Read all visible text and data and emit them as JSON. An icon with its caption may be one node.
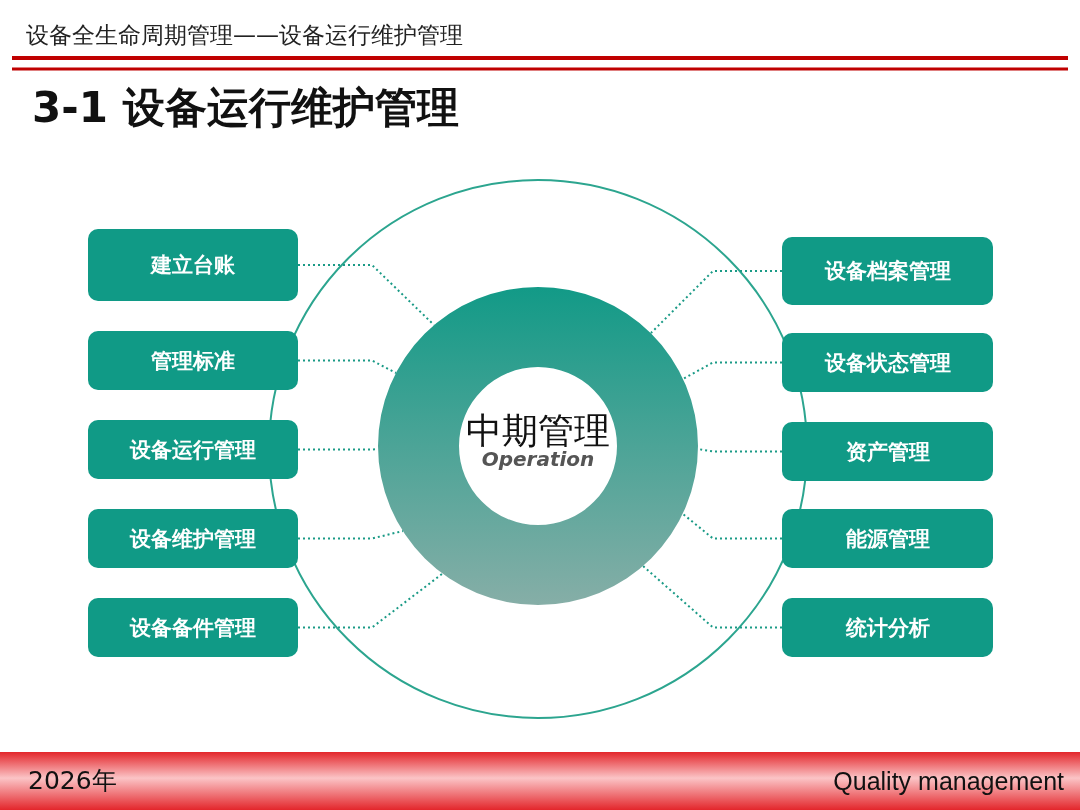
{
  "diagram": {
    "title": "3-1 设备运行维护管理",
    "nodes": [
      {
        "text": [
          "中期管理",
          "Operation"
        ]
      },
      {
        "text": [
          "建立台账"
        ]
      },
      {
        "text": [
          "管理标准"
        ]
      },
      {
        "text": [
          "设备运行管理"
        ]
      },
      {
        "text": [
          "设备维护管理"
        ]
      },
      {
        "text": [
          "设备备件管理"
        ]
      },
      {
        "text": [
          "设备档案管理"
        ]
      },
      {
        "text": [
          "设备状态管理"
        ]
      },
      {
        "text": [
          "资产管理"
        ]
      },
      {
        "text": [
          "能源管理"
        ]
      },
      {
        "text": [
          "统计分析"
        ]
      }
    ],
    "edges": [
      {
        "from": 1,
        "to": 0,
        "arrow": "none"
      },
      {
        "from": 2,
        "to": 0,
        "arrow": "none"
      },
      {
        "from": 3,
        "to": 0,
        "arrow": "none"
      },
      {
        "from": 4,
        "to": 0,
        "arrow": "none"
      },
      {
        "from": 5,
        "to": 0,
        "arrow": "none"
      },
      {
        "from": 6,
        "to": 0,
        "arrow": "none"
      },
      {
        "from": 7,
        "to": 0,
        "arrow": "none"
      },
      {
        "from": 8,
        "to": 0,
        "arrow": "none"
      },
      {
        "from": 9,
        "to": 0,
        "arrow": "none"
      },
      {
        "from": 10,
        "to": 0,
        "arrow": "none"
      }
    ],
    "labels": [
      "设备全生命周期管理——设备运行维护管理",
      "2026年",
      "Quality management"
    ]
  }
}
